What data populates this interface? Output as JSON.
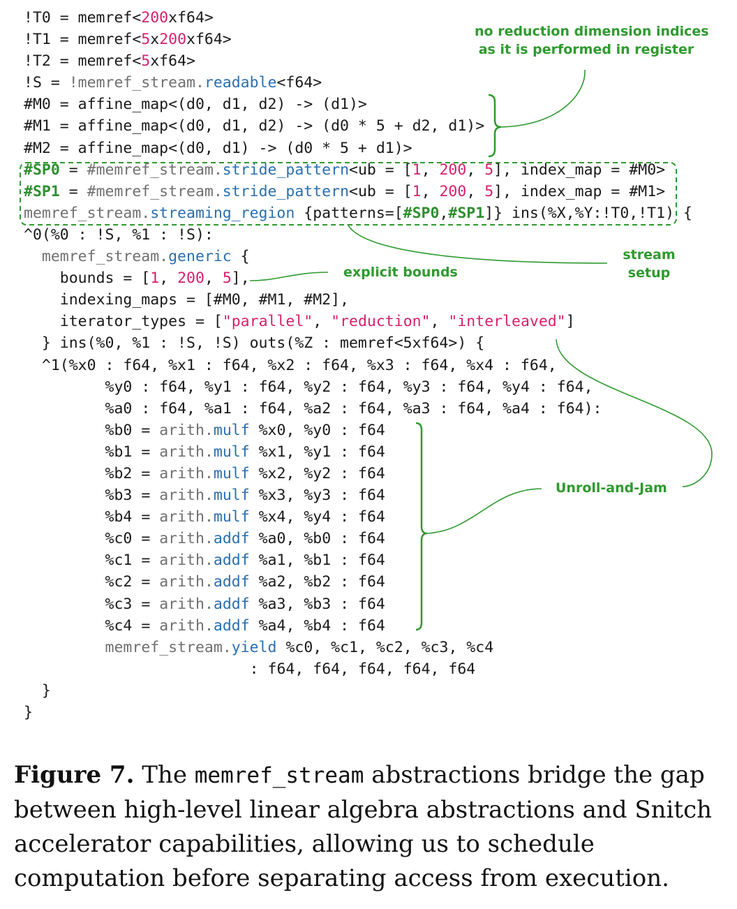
{
  "code_lines": [
    {
      "indent": 0,
      "tokens": [
        [
          "p",
          "!T0 = memref<"
        ],
        [
          "n",
          "200"
        ],
        [
          "p",
          "xf64>"
        ]
      ]
    },
    {
      "indent": 0,
      "tokens": [
        [
          "p",
          "!T1 = memref<"
        ],
        [
          "n",
          "5"
        ],
        [
          "p",
          "x"
        ],
        [
          "n",
          "200"
        ],
        [
          "p",
          "xf64>"
        ]
      ]
    },
    {
      "indent": 0,
      "tokens": [
        [
          "p",
          "!T2 = memref<"
        ],
        [
          "n",
          "5"
        ],
        [
          "p",
          "xf64>"
        ]
      ]
    },
    {
      "indent": 0,
      "tokens": [
        [
          "p",
          "!S = "
        ],
        [
          "g",
          "!memref_stream."
        ],
        [
          "k",
          "readable"
        ],
        [
          "p",
          "<f64>"
        ]
      ]
    },
    {
      "indent": 0,
      "tokens": [
        [
          "p",
          "#M0 = affine_map<(d0, d1, d2) -> (d1)>"
        ]
      ]
    },
    {
      "indent": 0,
      "tokens": [
        [
          "p",
          "#M1 = affine_map<(d0, d1, d2) -> (d0 * 5 + d2, d1)>"
        ]
      ]
    },
    {
      "indent": 0,
      "tokens": [
        [
          "p",
          "#M2 = affine_map<(d0, d1) -> (d0 * 5 + d1)>"
        ]
      ]
    },
    {
      "indent": 0,
      "tokens": [
        [
          "h",
          "#SP0"
        ],
        [
          "p",
          " = "
        ],
        [
          "g",
          "#memref_stream."
        ],
        [
          "k",
          "stride_pattern"
        ],
        [
          "p",
          "<ub = ["
        ],
        [
          "n",
          "1"
        ],
        [
          "p",
          ", "
        ],
        [
          "n",
          "200"
        ],
        [
          "p",
          ", "
        ],
        [
          "n",
          "5"
        ],
        [
          "p",
          "], index_map = #M0>"
        ]
      ]
    },
    {
      "indent": 0,
      "tokens": [
        [
          "h",
          "#SP1"
        ],
        [
          "p",
          " = "
        ],
        [
          "g",
          "#memref_stream."
        ],
        [
          "k",
          "stride_pattern"
        ],
        [
          "p",
          "<ub = ["
        ],
        [
          "n",
          "1"
        ],
        [
          "p",
          ", "
        ],
        [
          "n",
          "200"
        ],
        [
          "p",
          ", "
        ],
        [
          "n",
          "5"
        ],
        [
          "p",
          "], index_map = #M1>"
        ]
      ]
    },
    {
      "indent": 0,
      "tokens": [
        [
          "g",
          "memref_stream."
        ],
        [
          "k",
          "streaming_region"
        ],
        [
          "p",
          " {patterns=["
        ],
        [
          "h",
          "#SP0"
        ],
        [
          "p",
          ","
        ],
        [
          "h",
          "#SP1"
        ],
        [
          "p",
          "]} ins(%X,%Y:!T0,!T1) {"
        ]
      ]
    },
    {
      "indent": 0,
      "tokens": [
        [
          "p",
          "^0(%0 : !S, %1 : !S):"
        ]
      ]
    },
    {
      "indent": 1,
      "tokens": [
        [
          "g",
          "memref_stream."
        ],
        [
          "k",
          "generic"
        ],
        [
          "p",
          " {"
        ]
      ]
    },
    {
      "indent": 2,
      "tokens": [
        [
          "p",
          "bounds = ["
        ],
        [
          "n",
          "1"
        ],
        [
          "p",
          ", "
        ],
        [
          "n",
          "200"
        ],
        [
          "p",
          ", "
        ],
        [
          "n",
          "5"
        ],
        [
          "p",
          "],"
        ]
      ]
    },
    {
      "indent": 2,
      "tokens": [
        [
          "p",
          "indexing_maps = [#M0, #M1, #M2],"
        ]
      ]
    },
    {
      "indent": 2,
      "tokens": [
        [
          "p",
          "iterator_types = ["
        ],
        [
          "s",
          "\"parallel\""
        ],
        [
          "p",
          ", "
        ],
        [
          "s",
          "\"reduction\""
        ],
        [
          "p",
          ", "
        ],
        [
          "s",
          "\"interleaved\""
        ],
        [
          "p",
          "]"
        ]
      ]
    },
    {
      "indent": 1,
      "tokens": [
        [
          "p",
          "} ins(%0, %1 : !S, !S) outs(%Z : memref<5xf64>) {"
        ]
      ]
    },
    {
      "indent": 1,
      "tokens": [
        [
          "p",
          "^1(%x0 : f64, %x1 : f64, %x2 : f64, %x3 : f64, %x4 : f64,"
        ]
      ]
    },
    {
      "indent": 4.5,
      "tokens": [
        [
          "p",
          "%y0 : f64, %y1 : f64, %y2 : f64, %y3 : f64, %y4 : f64,"
        ]
      ]
    },
    {
      "indent": 4.5,
      "tokens": [
        [
          "p",
          "%a0 : f64, %a1 : f64, %a2 : f64, %a3 : f64, %a4 : f64):"
        ]
      ]
    },
    {
      "indent": 4.5,
      "tokens": [
        [
          "p",
          "%b0 = "
        ],
        [
          "g",
          "arith."
        ],
        [
          "k",
          "mulf"
        ],
        [
          "p",
          " %x0, %y0 : f64"
        ]
      ]
    },
    {
      "indent": 4.5,
      "tokens": [
        [
          "p",
          "%b1 = "
        ],
        [
          "g",
          "arith."
        ],
        [
          "k",
          "mulf"
        ],
        [
          "p",
          " %x1, %y1 : f64"
        ]
      ]
    },
    {
      "indent": 4.5,
      "tokens": [
        [
          "p",
          "%b2 = "
        ],
        [
          "g",
          "arith."
        ],
        [
          "k",
          "mulf"
        ],
        [
          "p",
          " %x2, %y2 : f64"
        ]
      ]
    },
    {
      "indent": 4.5,
      "tokens": [
        [
          "p",
          "%b3 = "
        ],
        [
          "g",
          "arith."
        ],
        [
          "k",
          "mulf"
        ],
        [
          "p",
          " %x3, %y3 : f64"
        ]
      ]
    },
    {
      "indent": 4.5,
      "tokens": [
        [
          "p",
          "%b4 = "
        ],
        [
          "g",
          "arith."
        ],
        [
          "k",
          "mulf"
        ],
        [
          "p",
          " %x4, %y4 : f64"
        ]
      ]
    },
    {
      "indent": 4.5,
      "tokens": [
        [
          "p",
          "%c0 = "
        ],
        [
          "g",
          "arith."
        ],
        [
          "k",
          "addf"
        ],
        [
          "p",
          " %a0, %b0 : f64"
        ]
      ]
    },
    {
      "indent": 4.5,
      "tokens": [
        [
          "p",
          "%c1 = "
        ],
        [
          "g",
          "arith."
        ],
        [
          "k",
          "addf"
        ],
        [
          "p",
          " %a1, %b1 : f64"
        ]
      ]
    },
    {
      "indent": 4.5,
      "tokens": [
        [
          "p",
          "%c2 = "
        ],
        [
          "g",
          "arith."
        ],
        [
          "k",
          "addf"
        ],
        [
          "p",
          " %a2, %b2 : f64"
        ]
      ]
    },
    {
      "indent": 4.5,
      "tokens": [
        [
          "p",
          "%c3 = "
        ],
        [
          "g",
          "arith."
        ],
        [
          "k",
          "addf"
        ],
        [
          "p",
          " %a3, %b3 : f64"
        ]
      ]
    },
    {
      "indent": 4.5,
      "tokens": [
        [
          "p",
          "%c4 = "
        ],
        [
          "g",
          "arith."
        ],
        [
          "k",
          "addf"
        ],
        [
          "p",
          " %a4, %b4 : f64"
        ]
      ]
    },
    {
      "indent": 4.5,
      "tokens": [
        [
          "g",
          "memref_stream."
        ],
        [
          "k",
          "yield"
        ],
        [
          "p",
          " %c0, %c1, %c2, %c3, %c4"
        ]
      ]
    },
    {
      "indent": 4.5,
      "tokens": [
        [
          "p",
          "                : f64, f64, f64, f64, f64"
        ]
      ]
    },
    {
      "indent": 1,
      "tokens": [
        [
          "p",
          "}"
        ]
      ]
    },
    {
      "indent": 0,
      "tokens": [
        [
          "p",
          "}"
        ]
      ]
    }
  ],
  "annotations": {
    "no_reduction_line1": "no reduction dimension indices",
    "no_reduction_line2": "as it is performed in register",
    "stream_setup_line1": "stream",
    "stream_setup_line2": "setup",
    "explicit_bounds": "explicit bounds",
    "unroll_and_jam": "Unroll-and-Jam"
  },
  "caption": {
    "label": "Figure 7.",
    "text_before": " The ",
    "code_term": "memref_stream",
    "text_after": " abstractions bridge the gap between high-level linear algebra abstractions and Snitch accelerator capabilities, allowing us to schedule computation before separating access from execution."
  },
  "colors": {
    "annotation_green": "#2e9a2e",
    "number_magenta": "#d6216e",
    "keyword_blue": "#2b6fad",
    "namespace_gray": "#707070"
  }
}
